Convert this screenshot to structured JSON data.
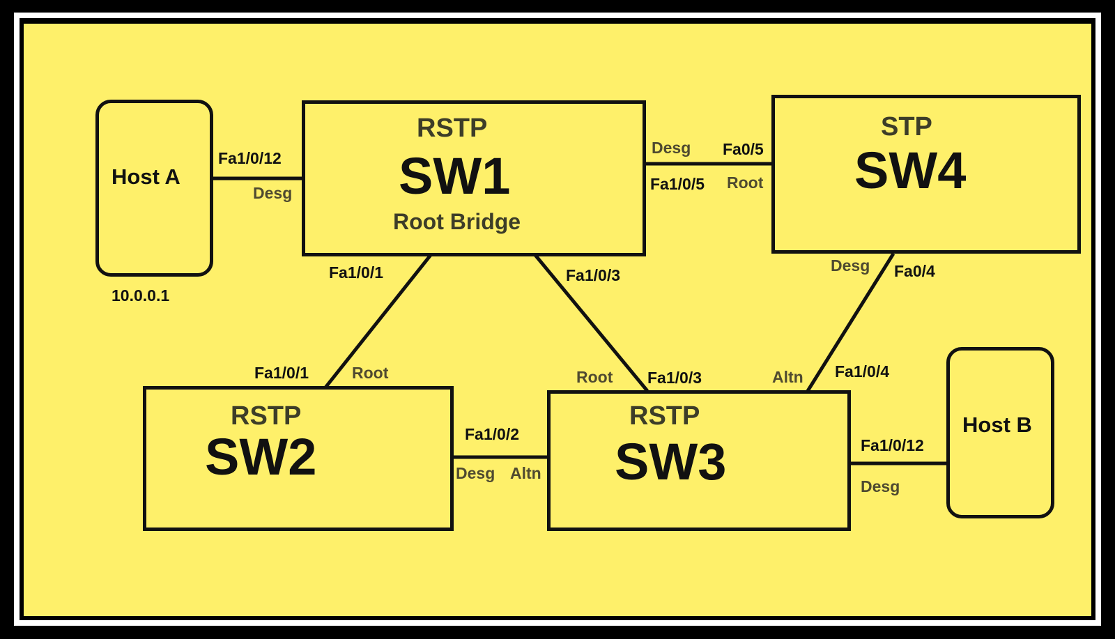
{
  "colors": {
    "background": "#fef06a",
    "border": "#111111",
    "frame_outer": "#000000",
    "frame_inner": "#ffffff",
    "label_text": "#111111",
    "role_text": "#4f4a30"
  },
  "hosts": {
    "a": {
      "name": "Host A",
      "ip": "10.0.0.1"
    },
    "b": {
      "name": "Host B"
    }
  },
  "switches": {
    "sw1": {
      "protocol": "RSTP",
      "name": "SW1",
      "subtitle": "Root Bridge"
    },
    "sw2": {
      "protocol": "RSTP",
      "name": "SW2"
    },
    "sw3": {
      "protocol": "RSTP",
      "name": "SW3"
    },
    "sw4": {
      "protocol": "STP",
      "name": "SW4"
    }
  },
  "links": {
    "hosta_sw1": {
      "port": "Fa1/0/12",
      "role": "Desg"
    },
    "sw1_sw4": {
      "sw1_role": "Desg",
      "sw4_port": "Fa0/5",
      "sw1_port": "Fa1/0/5",
      "sw4_role": "Root"
    },
    "sw1_sw2": {
      "sw1_port": "Fa1/0/1",
      "sw2_port": "Fa1/0/1",
      "sw2_role": "Root"
    },
    "sw1_sw3": {
      "sw1_port": "Fa1/0/3",
      "sw3_role": "Root",
      "sw3_port": "Fa1/0/3"
    },
    "sw4_sw3": {
      "sw4_role": "Desg",
      "sw4_port": "Fa0/4",
      "sw3_role": "Altn",
      "sw3_port": "Fa1/0/4"
    },
    "sw2_sw3": {
      "port": "Fa1/0/2",
      "sw2_role": "Desg",
      "sw3_role": "Altn"
    },
    "sw3_hostb": {
      "port": "Fa1/0/12",
      "role": "Desg"
    }
  }
}
